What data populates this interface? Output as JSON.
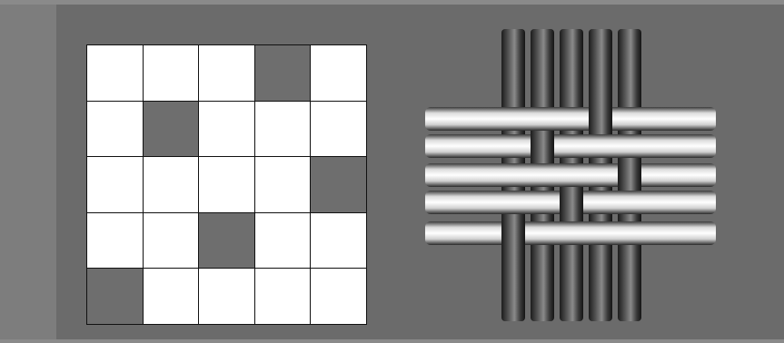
{
  "diagram": {
    "grid": {
      "rows": 5,
      "cols": 5,
      "filled_cells": [
        [
          0,
          3
        ],
        [
          1,
          1
        ],
        [
          2,
          4
        ],
        [
          3,
          2
        ],
        [
          4,
          0
        ]
      ]
    },
    "colors": {
      "background": "#6b6b6b",
      "grid_empty": "#ffffff",
      "grid_filled": "#6e6e6e",
      "grid_lines": "#111111"
    },
    "weave": {
      "warp_threads": 5,
      "weft_threads": 5
    }
  }
}
